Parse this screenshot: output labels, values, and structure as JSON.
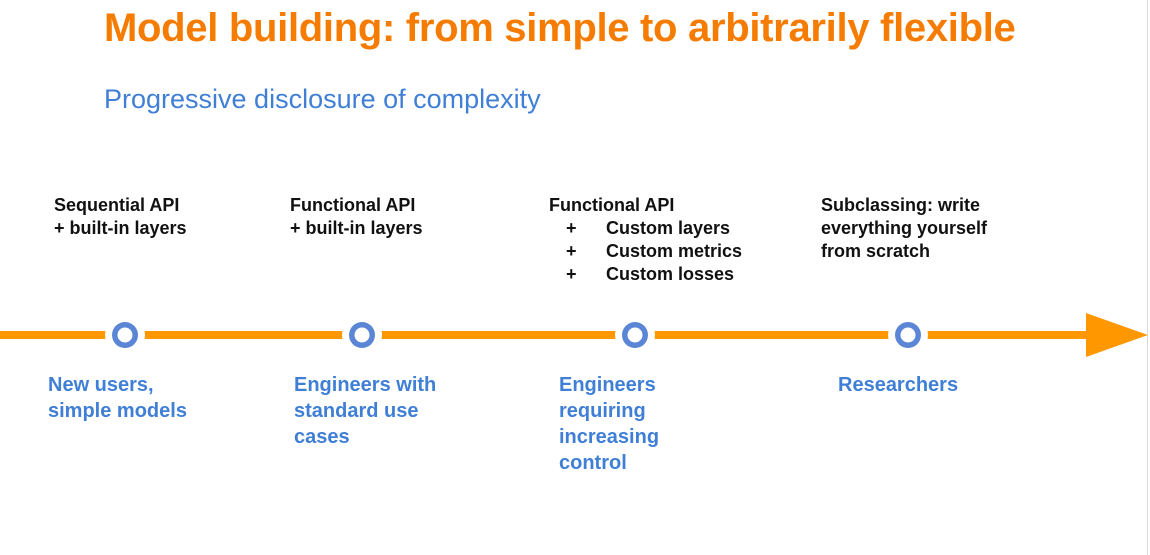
{
  "slide": {
    "title": "Model building: from simple to arbitrarily flexible",
    "subtitle": "Progressive disclosure of complexity"
  },
  "colors": {
    "title": "#f57c00",
    "accent_blue": "#3f7fd6",
    "arrow": "#ff9800",
    "node_fill": "#ffffff",
    "node_stroke": "#5b86d6"
  },
  "stages": [
    {
      "api_lines": [
        "Sequential API",
        "+ built-in layers"
      ],
      "api_items": [],
      "user_lines": [
        "New users,",
        "simple models"
      ]
    },
    {
      "api_lines": [
        "Functional API",
        "+ built-in layers"
      ],
      "api_items": [],
      "user_lines": [
        "Engineers with",
        "standard use",
        "cases"
      ]
    },
    {
      "api_lines": [
        "Functional API"
      ],
      "api_items": [
        {
          "bullet": "+",
          "text": "Custom layers"
        },
        {
          "bullet": "+",
          "text": "Custom metrics"
        },
        {
          "bullet": "+",
          "text": "Custom losses"
        }
      ],
      "user_lines": [
        "Engineers",
        "requiring",
        "increasing",
        "control"
      ]
    },
    {
      "api_lines": [
        "Subclassing: write",
        "everything yourself",
        "from scratch"
      ],
      "api_items": [],
      "user_lines": [
        "Researchers"
      ]
    }
  ]
}
